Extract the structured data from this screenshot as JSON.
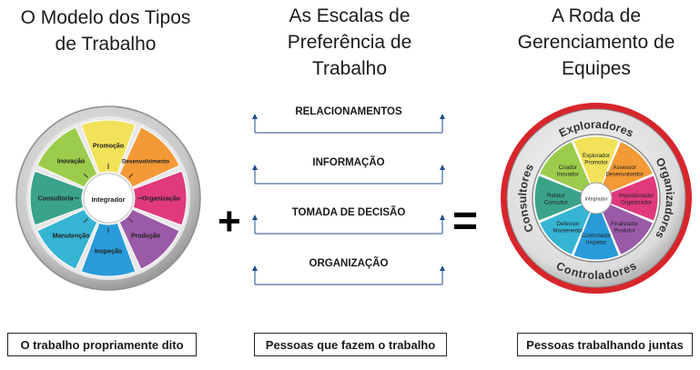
{
  "titles": {
    "left": [
      "O Modelo dos Tipos",
      "de Trabalho"
    ],
    "middle": [
      "As Escalas de",
      "Preferência de",
      "Trabalho"
    ],
    "right": [
      "A Roda de",
      "Gerenciamento de",
      "Equipes"
    ]
  },
  "work_wheel": {
    "center": "Integrador",
    "segments": [
      "Promoção",
      "Desenvolvimento",
      "Organização",
      "Produção",
      "Inspeção",
      "Manutenção",
      "Consultoria",
      "Inovação"
    ],
    "colors": [
      "#f2e25a",
      "#f39a36",
      "#e03a7c",
      "#9b5aa8",
      "#2a9bd9",
      "#35b4d3",
      "#3aa38a",
      "#9ccc4b"
    ]
  },
  "scales": [
    "RELACIONAMENTOS",
    "INFORMAÇÃO",
    "TOMADA DE DECISÃO",
    "ORGANIZAÇÃO"
  ],
  "operators": {
    "plus": "+",
    "equals": "="
  },
  "team_wheel": {
    "center": "Integrador",
    "segments": [
      [
        "Explorador",
        "Promotor"
      ],
      [
        "Assessor",
        "Desenvolvedor"
      ],
      [
        "Impulsionador",
        "Organizador"
      ],
      [
        "Finalizador",
        "Produtor"
      ],
      [
        "Controlador",
        "Inspetor"
      ],
      [
        "Defensor",
        "Mantenedor"
      ],
      [
        "Relator",
        "Consultor"
      ],
      [
        "Criador",
        "Inovador"
      ]
    ],
    "colors": [
      "#f2e25a",
      "#f39a36",
      "#e03a7c",
      "#9b5aa8",
      "#2a9bd9",
      "#35b4d3",
      "#3aa38a",
      "#9ccc4b"
    ],
    "ring_labels": {
      "top": "Exploradores",
      "right": "Organizadores",
      "bottom": "Controladores",
      "left": "Consultores"
    },
    "ring_color": "#d7262b"
  },
  "captions": {
    "left": "O trabalho propriamente dito",
    "middle": "Pessoas que fazem o trabalho",
    "right": "Pessoas trabalhando juntas"
  }
}
